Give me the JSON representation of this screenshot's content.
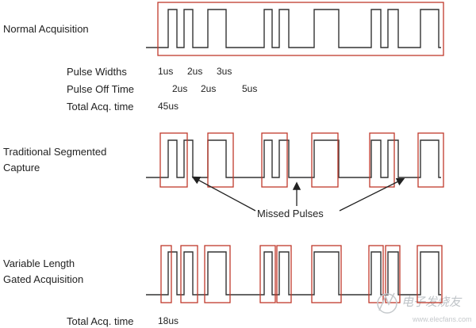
{
  "rows": {
    "normal": {
      "title": "Normal Acquisition"
    },
    "traditional": {
      "title_line1": "Traditional Segmented",
      "title_line2": "Capture"
    },
    "variable": {
      "title_line1": "Variable Length",
      "title_line2": "Gated Acquisition"
    }
  },
  "params": {
    "pulse_widths_label": "Pulse Widths",
    "pulse_widths": [
      "1us",
      "2us",
      "3us"
    ],
    "pulse_off_label": "Pulse Off Time",
    "pulse_off": [
      "2us",
      "2us",
      "5us"
    ],
    "total_acq_label": "Total Acq. time",
    "total_acq_normal": "45us",
    "total_acq_variable": "18us"
  },
  "annotations": {
    "missed_pulses": "Missed Pulses"
  },
  "watermark": {
    "text": "电子发烧友",
    "url": "www.elecfans.com"
  },
  "colors": {
    "signal": "#333333",
    "window": "#c0392b",
    "text": "#222222"
  }
}
